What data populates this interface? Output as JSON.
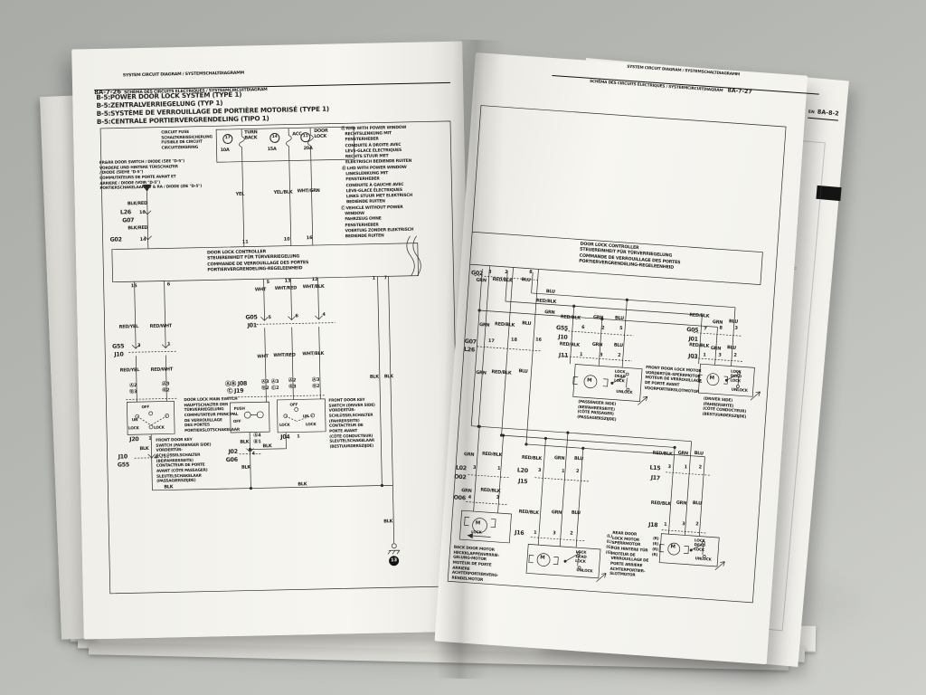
{
  "photo": {
    "background": "#b4b6b2",
    "page_color": "#f5f4ef",
    "ink": "#222222",
    "tab_color": "#141414"
  },
  "back_page": {
    "edge_text": "EN",
    "page_no": "8A-8-2"
  },
  "left_page": {
    "header": {
      "line1": "SYSTEM CIRCUIT DIAGRAM / SYSTEMSCHALTDIAGRAMM",
      "page_no": "8A-7-26",
      "line2": "SCHÉMA DES CIRCUITS ELECTRIQUES / SYSTEEMCIRCUITDIAGRAM"
    },
    "titles": [
      "B-5:POWER DOOR LOCK SYSTEM (TYPE 1)",
      "B-5:ZENTRALVERRIEGELUNG (TYP 1)",
      "B-5:SYSTÈME DE VERROUILLAGE DE PORTIÈRE MOTORISÉ (TYPE 1)",
      "B-5:CENTRALE PORTIERVERGRENDELING (TIPO 1)"
    ],
    "fuse_caption": [
      "CIRCUIT FUSE",
      "SCHALTKREISSICHERUNG",
      "FUSIBLE DE CIRCUIT",
      "CIRCUITZEKERING"
    ],
    "door_note": [
      "FR&RR DOOR SWITCH / DIODE (SEE \"D-5\")",
      "VORDERE UND HINTERE TÜRSCHALTER",
      "/ DIODE (SIEHE \"D-5\")",
      "COMMUTATEURS DE PORTE AVANT ET",
      "ARRIERE / DIODE (VOIR \"D-5\")",
      "PORTIERSCHAKELAAR RV & RA / DIODE (ZIE \"D-5\")"
    ],
    "note_a": [
      "Ⓐ RHD WITH POWER WINDOW",
      "   RECHTSLENKUNG MIT",
      "   FENSTERHEBER",
      "   CONDUITE À DROITE AVEC",
      "   LÈVE-GLACE ÉLECTRIQUES",
      "   RECHTS STUUR MET",
      "   ELEKTRISCH BEDIENDE RUITEN"
    ],
    "note_b": [
      "Ⓑ LHD WITH POWER WINDOW",
      "   LINKSLENKUNG MIT",
      "   FENSTERHEBER",
      "   CONDUITE À GAUCHE AVEC",
      "   LÈVE-GLACE ÉLECTRIQUES",
      "   LINKS STUUR MET ELEKTRISCH",
      "   BEDIENDE RUITEN"
    ],
    "note_c": [
      "Ⓒ VEHICLE WITHOUT POWER",
      "   WINDOW",
      "   FAHRZEUG OHNE",
      "   FENSTERHEBER",
      "   VOERTUIG ZONDER ELEKTRISCH",
      "   BEDIENDE RUITEN"
    ],
    "controller": [
      "DOOR LOCK CONTROLLER",
      "STEUEREINHEIT FÜR TÜRVERRIEGELUNG",
      "COMMANDE DE VERROUILLAGE DES PORTES",
      "PORTIERVERGRENDELING-REGELEENHEID"
    ],
    "main_switch": [
      "DOOR LOCK MAIN SWITCH",
      "HAUPTSCHALTER DER",
      "TÜRVERRIEGELUNG",
      "COMMUTATEUR PRINCIPAL",
      "DE VERROUILLAGE",
      "DES PORTES",
      "PORTIERSLOTSCHAKELAAR"
    ],
    "key_passenger": [
      "FRONT DOOR KEY",
      "SWITCH (PASSENGER SIDE)",
      "VORDERTÜR-",
      "SCHLÜSSELSCHALTER",
      "(BEIFAHRERSEITE)",
      "CONTACTEUR DE PORTE",
      "AVANT (CÔTÉ PASSAGER)",
      "SLEUTELSCHAKELAAR",
      "(PASSAGIERSZIJDE)"
    ],
    "key_driver": [
      "FRONT DOOR KEY",
      "SWITCH (DRIVER SIDE)",
      "VORDERTÜR-",
      "SCHLÜSSELSCHALTER",
      "(FAHRERSEITE)",
      "CONTACTEUR DE",
      "PORTE AVANT",
      "(CÔTÉ CONDUCTEUR)",
      "SLEUTELSCHAKELAAR",
      "(BESTUURDERSZIJDE)"
    ],
    "ann": [
      [
        178,
        162,
        "YEL",
        "w"
      ],
      [
        220,
        161,
        "YEL/BLK",
        "w"
      ],
      [
        246,
        160,
        "WHT/GRN",
        "w"
      ],
      [
        162,
        113,
        "10A",
        "w"
      ],
      [
        214,
        113,
        "15A",
        "w"
      ],
      [
        254,
        113,
        "20A",
        "w"
      ],
      [
        189,
        94,
        "TURN",
        "w"
      ],
      [
        189,
        100,
        "BACK",
        "w"
      ],
      [
        242,
        97,
        "ACC",
        "w"
      ],
      [
        266,
        94,
        "DOOR",
        "w"
      ],
      [
        266,
        100,
        "LOCK",
        "w"
      ],
      [
        165,
        97,
        "17",
        "g"
      ],
      [
        217,
        97,
        "14",
        "g"
      ],
      [
        251,
        97,
        "11",
        "g"
      ],
      [
        58,
        170,
        "BLK/RED",
        "w"
      ],
      [
        50,
        179,
        "L26",
        "c"
      ],
      [
        71,
        180,
        "10",
        "p"
      ],
      [
        52,
        188,
        "G07",
        "c"
      ],
      [
        58,
        197,
        "BLK/RED",
        "w"
      ],
      [
        38,
        209,
        "G02",
        "c"
      ],
      [
        71,
        210,
        "14",
        "p"
      ],
      [
        184,
        215,
        "11",
        "p"
      ],
      [
        230,
        213,
        "10",
        "p"
      ],
      [
        255,
        212,
        "16",
        "p"
      ],
      [
        60,
        261,
        "15",
        "p"
      ],
      [
        100,
        260,
        "6",
        "p"
      ],
      [
        210,
        260,
        "5",
        "p"
      ],
      [
        230,
        259,
        "13",
        "p"
      ],
      [
        260,
        258,
        "12",
        "p"
      ],
      [
        327,
        258,
        "1",
        "p"
      ],
      [
        340,
        258,
        "7",
        "p"
      ],
      [
        197,
        268,
        "WHT",
        "w"
      ],
      [
        219,
        267,
        "WHT/RED",
        "w"
      ],
      [
        250,
        266,
        "WHT/BLK",
        "w"
      ],
      [
        46,
        306,
        "RED/YEL",
        "w"
      ],
      [
        80,
        306,
        "RED/WHT",
        "w"
      ],
      [
        38,
        327,
        "G55",
        "c"
      ],
      [
        66,
        327,
        "3",
        "p"
      ],
      [
        40,
        336,
        "J10",
        "c"
      ],
      [
        99,
        326,
        "1",
        "p"
      ],
      [
        46,
        354,
        "RED/YEL",
        "w"
      ],
      [
        80,
        354,
        "RED/WHT",
        "w"
      ],
      [
        186,
        298,
        "G05",
        "c"
      ],
      [
        211,
        299,
        "5",
        "p"
      ],
      [
        188,
        307,
        "J01",
        "c"
      ],
      [
        241,
        298,
        "6",
        "p"
      ],
      [
        271,
        297,
        "4",
        "p"
      ],
      [
        198,
        342,
        "WHT",
        "w"
      ],
      [
        216,
        341,
        "WHT/RED",
        "w"
      ],
      [
        248,
        340,
        "WHT/BLK",
        "w"
      ],
      [
        322,
        367,
        "BLK",
        "w"
      ],
      [
        338,
        367,
        "BLK",
        "w"
      ],
      [
        56,
        371,
        "Ⓐ2",
        "p"
      ],
      [
        56,
        378,
        "Ⓑ3",
        "p"
      ],
      [
        92,
        370,
        "Ⓐ3",
        "p"
      ],
      [
        92,
        377,
        "Ⓑ2",
        "p"
      ],
      [
        162,
        371,
        "ⒶⒷ J08",
        "c"
      ],
      [
        164,
        379,
        "Ⓒ J19",
        "c"
      ],
      [
        202,
        370,
        "Ⓐ3",
        "p"
      ],
      [
        202,
        377,
        "Ⓑ2",
        "p"
      ],
      [
        213,
        370,
        "Ⓐ3",
        "p"
      ],
      [
        213,
        377,
        "Ⓒ2",
        "p"
      ],
      [
        232,
        369,
        "Ⓐ2",
        "p"
      ],
      [
        232,
        376,
        "Ⓑ3",
        "p"
      ],
      [
        258,
        369,
        "Ⓐ3",
        "p"
      ],
      [
        258,
        376,
        "Ⓑ2",
        "p"
      ],
      [
        69,
        395,
        "OFF",
        "s"
      ],
      [
        58,
        409,
        "UN",
        "s"
      ],
      [
        54,
        418,
        "LOCK",
        "s"
      ],
      [
        82,
        418,
        "LOCK",
        "s"
      ],
      [
        171,
        399,
        "PUSH",
        "s"
      ],
      [
        170,
        413,
        "OFF",
        "s"
      ],
      [
        233,
        396,
        "OFF",
        "s"
      ],
      [
        247,
        409,
        "UN",
        "s"
      ],
      [
        221,
        418,
        "LOCK",
        "s"
      ],
      [
        250,
        418,
        "LOCK",
        "s"
      ],
      [
        55,
        430,
        "J20",
        "c"
      ],
      [
        76,
        430,
        "1",
        "p"
      ],
      [
        222,
        431,
        "J04",
        "c"
      ],
      [
        240,
        431,
        "1",
        "p"
      ],
      [
        66,
        441,
        "BLK",
        "w"
      ],
      [
        42,
        449,
        "J10",
        "c"
      ],
      [
        82,
        451,
        "4",
        "p"
      ],
      [
        41,
        458,
        "G55",
        "c"
      ],
      [
        192,
        429,
        "Ⓐ4",
        "p"
      ],
      [
        177,
        436,
        "BLK",
        "w"
      ],
      [
        192,
        436,
        "Ⓑ1",
        "p"
      ],
      [
        164,
        446,
        "J02",
        "c"
      ],
      [
        190,
        449,
        "4",
        "p"
      ],
      [
        161,
        455,
        "G06",
        "c"
      ],
      [
        202,
        441,
        "BLK",
        "w"
      ],
      [
        178,
        464,
        "BLK",
        "w"
      ],
      [
        92,
        484,
        "BLK",
        "w"
      ],
      [
        240,
        484,
        "BLK",
        "w"
      ],
      [
        334,
        527,
        "BLK",
        "w"
      ],
      [
        339,
        567,
        "13",
        "gb"
      ]
    ]
  },
  "right_page": {
    "header": {
      "line1": "SYSTEM CIRCUIT DIAGRAM / SYSTEMSCHALTDIAGRAMM",
      "line2": "SCHÉMA DES CIRCUITS ÉLECTRIQUES / SYSTEEMCIRCUITDIAGRAM",
      "page_no": "8A-7-27"
    },
    "controller": [
      "DOOR LOCK CONTROLLER",
      "STEUEREINHEIT FÜR TÜRVERRIEGELUNG",
      "COMMANDE DE VERROUILLAGE DES PORTES",
      "PORTIERVERGRENDELING-REGELEENHEID"
    ],
    "front_motor": [
      "FRONT DOOR LOCK MOTOR",
      "VORDERTÜR-SPERRMOTOR",
      "MOTEUR DE VERROUILLAGE",
      "DE PORTE AVANT",
      "VOORPORTIERSLOTMOTOR"
    ],
    "passenger_side": [
      "(PASSENGER SIDE)",
      "(BEIFAHRERSEITE)",
      "(CÔTÉ PASSAGER)",
      "(PASSAGIERSZIJDE)"
    ],
    "driver_side": [
      "(DRIVER SIDE)",
      "(FAHRERSEITE)",
      "(CÔTÉ CONDUCTEUR)",
      "(BESTUURDERSZIJDE)"
    ],
    "back_motor": [
      "BACK DOOR MOTOR",
      "HECKKLAPPENVERRIE-",
      "GELUNG-MOTOR",
      "MOTEUR DE PORTE",
      "ARRIERE",
      "ACHTERPORTIERVERG-",
      "RENDELMOTOR"
    ],
    "rear_motor": [
      "REAR DOOR",
      "LOCK MOTOR",
      "SPERRMOTOR",
      "FÜR HINTERE TÜR",
      "MOTEUR DE",
      "VERROUILLAGE DE",
      "PORTE ARRIERE",
      "ACHTERPORTIER-",
      "SLOTMOTOR"
    ],
    "ann": [
      [
        12,
        241,
        "G02",
        "c"
      ],
      [
        31,
        239,
        "3",
        "p"
      ],
      [
        18,
        249,
        "GRN",
        "w"
      ],
      [
        49,
        238,
        "2",
        "p"
      ],
      [
        36,
        247,
        "RED/BLK",
        "w"
      ],
      [
        76,
        236,
        "8",
        "p"
      ],
      [
        68,
        245,
        "BLU",
        "w"
      ],
      [
        96,
        256,
        "BLU",
        "w"
      ],
      [
        86,
        267,
        "RED/BLK",
        "w"
      ],
      [
        96,
        279,
        "GRN",
        "w"
      ],
      [
        25,
        298,
        "GRN",
        "w"
      ],
      [
        42,
        296,
        "RED/BLK",
        "w"
      ],
      [
        72,
        293,
        "BLU",
        "w"
      ],
      [
        10,
        317,
        "G07",
        "c"
      ],
      [
        10,
        326,
        "L26",
        "c"
      ],
      [
        36,
        315,
        "17",
        "p"
      ],
      [
        61,
        312,
        "18",
        "p"
      ],
      [
        88,
        310,
        "16",
        "p"
      ],
      [
        25,
        351,
        "GRN",
        "w"
      ],
      [
        42,
        349,
        "RED/BLK",
        "w"
      ],
      [
        72,
        346,
        "BLU",
        "w"
      ],
      [
        114,
        283,
        "RED/BLK",
        "w"
      ],
      [
        150,
        281,
        "GRN",
        "w"
      ],
      [
        174,
        280,
        "BLU",
        "w"
      ],
      [
        110,
        295,
        "G55",
        "c"
      ],
      [
        113,
        305,
        "J10",
        "c"
      ],
      [
        138,
        293,
        "6",
        "p"
      ],
      [
        160,
        292,
        "2",
        "p"
      ],
      [
        180,
        291,
        "5",
        "p"
      ],
      [
        115,
        313,
        "RED/BLK",
        "w"
      ],
      [
        151,
        311,
        "GRN",
        "w"
      ],
      [
        175,
        310,
        "BLU",
        "w"
      ],
      [
        115,
        325,
        "J11",
        "c"
      ],
      [
        138,
        323,
        "1",
        "p"
      ],
      [
        160,
        322,
        "3",
        "p"
      ],
      [
        180,
        321,
        "2",
        "p"
      ],
      [
        256,
        271,
        "RED/BLK",
        "w"
      ],
      [
        254,
        287,
        "G05",
        "c"
      ],
      [
        257,
        297,
        "J01",
        "c"
      ],
      [
        273,
        285,
        "7",
        "p"
      ],
      [
        290,
        283,
        "8",
        "p"
      ],
      [
        282,
        277,
        "GRN",
        "w"
      ],
      [
        300,
        275,
        "BLU",
        "w"
      ],
      [
        307,
        282,
        "3",
        "p"
      ],
      [
        258,
        304,
        "RED/BLK",
        "w"
      ],
      [
        282,
        306,
        "GRN",
        "w"
      ],
      [
        300,
        304,
        "BLU",
        "w"
      ],
      [
        258,
        316,
        "J03",
        "c"
      ],
      [
        274,
        314,
        "1",
        "p"
      ],
      [
        291,
        313,
        "3",
        "p"
      ],
      [
        308,
        312,
        "2",
        "p"
      ],
      [
        178,
        339,
        "LOCK",
        "s"
      ],
      [
        178,
        344,
        "DEAD",
        "s"
      ],
      [
        178,
        349,
        "LOCK",
        "s"
      ],
      [
        181,
        361,
        "UNLOCK",
        "s"
      ],
      [
        306,
        330,
        "LOCK",
        "s"
      ],
      [
        306,
        335,
        "DEAD",
        "s"
      ],
      [
        306,
        340,
        "LOCK",
        "s"
      ],
      [
        308,
        350,
        "UNLOCK",
        "s"
      ],
      [
        18,
        442,
        "GRN",
        "w"
      ],
      [
        38,
        440,
        "RED/BLK",
        "w"
      ],
      [
        10,
        457,
        "L02",
        "c"
      ],
      [
        29,
        456,
        "3",
        "p"
      ],
      [
        56,
        455,
        "1",
        "p"
      ],
      [
        9,
        467,
        "O02",
        "c"
      ],
      [
        18,
        482,
        "GRN",
        "w"
      ],
      [
        39,
        480,
        "RED/BLK",
        "w"
      ],
      [
        10,
        490,
        "O06",
        "c"
      ],
      [
        26,
        489,
        "4",
        "p"
      ],
      [
        57,
        487,
        "3",
        "p"
      ],
      [
        32,
        527,
        "LOCK",
        "s"
      ],
      [
        82,
        441,
        "RED/BLK",
        "w"
      ],
      [
        118,
        439,
        "GRN",
        "w"
      ],
      [
        140,
        438,
        "BLU",
        "w"
      ],
      [
        78,
        455,
        "L20",
        "c"
      ],
      [
        101,
        454,
        "3",
        "p"
      ],
      [
        127,
        453,
        "1",
        "p"
      ],
      [
        143,
        452,
        "2",
        "p"
      ],
      [
        80,
        467,
        "J15",
        "c"
      ],
      [
        83,
        501,
        "RED/BLK",
        "w"
      ],
      [
        119,
        499,
        "GRN",
        "w"
      ],
      [
        141,
        498,
        "BLU",
        "w"
      ],
      [
        80,
        524,
        "J16",
        "c"
      ],
      [
        101,
        523,
        "1",
        "p"
      ],
      [
        122,
        522,
        "3",
        "p"
      ],
      [
        141,
        521,
        "2",
        "p"
      ],
      [
        149,
        541,
        "LOCK",
        "s"
      ],
      [
        149,
        546,
        "DEAD",
        "s"
      ],
      [
        149,
        551,
        "LOCK",
        "s"
      ],
      [
        151,
        561,
        "UNLOCK",
        "s"
      ],
      [
        226,
        426,
        "RED/BLK",
        "w"
      ],
      [
        254,
        424,
        "GRN",
        "w"
      ],
      [
        272,
        423,
        "BLU",
        "w"
      ],
      [
        224,
        442,
        "L15",
        "c"
      ],
      [
        244,
        440,
        "3",
        "p"
      ],
      [
        262,
        439,
        "1",
        "p"
      ],
      [
        278,
        438,
        "2",
        "p"
      ],
      [
        226,
        453,
        "J17",
        "c"
      ],
      [
        228,
        481,
        "RED/BLK",
        "w"
      ],
      [
        256,
        479,
        "GRN",
        "w"
      ],
      [
        274,
        478,
        "BLU",
        "w"
      ],
      [
        227,
        505,
        "J18",
        "c"
      ],
      [
        244,
        504,
        "1",
        "p"
      ],
      [
        264,
        502,
        "3",
        "p"
      ],
      [
        279,
        501,
        "2",
        "p"
      ],
      [
        279,
        519,
        "LOCK",
        "s"
      ],
      [
        279,
        524,
        "DEAD",
        "s"
      ],
      [
        279,
        529,
        "LOCK",
        "s"
      ],
      [
        281,
        539,
        "UNLOCK",
        "s"
      ],
      [
        182,
        521,
        "(L)",
        "s"
      ],
      [
        182,
        527,
        "(L)",
        "s"
      ],
      [
        182,
        533,
        "(G)",
        "s"
      ],
      [
        182,
        539,
        "(G)",
        "s"
      ],
      [
        233,
        520,
        "(R)",
        "s"
      ],
      [
        233,
        526,
        "(R)",
        "s"
      ],
      [
        233,
        532,
        "(R)",
        "s"
      ],
      [
        233,
        538,
        "(R)",
        "s"
      ],
      [
        148,
        351,
        "M",
        "m"
      ],
      [
        283,
        339,
        "M",
        "m"
      ],
      [
        36,
        517,
        "M",
        "m"
      ],
      [
        110,
        550,
        "M",
        "m"
      ],
      [
        253,
        528,
        "M",
        "m"
      ]
    ]
  }
}
